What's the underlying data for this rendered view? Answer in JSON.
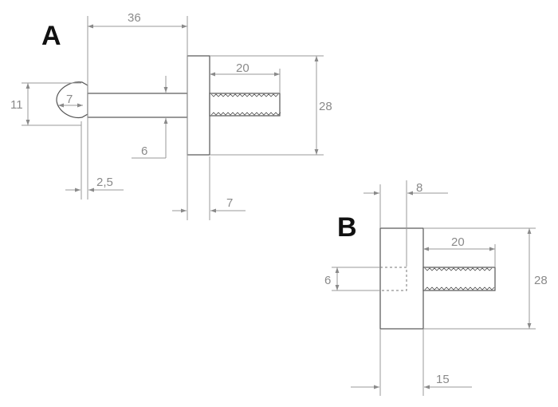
{
  "parts": {
    "a": {
      "label": "A",
      "dimensions": {
        "overall_length": "36",
        "head_diameter": "11",
        "head_width": "7",
        "shank_diameter": "6",
        "head_offset": "2,5",
        "flange_thickness": "7",
        "thread_length": "20",
        "flange_diameter": "28"
      }
    },
    "b": {
      "label": "B",
      "dimensions": {
        "bore_depth": "8",
        "thread_length": "20",
        "bore_diameter": "6",
        "body_diameter": "28",
        "body_thickness": "15"
      }
    }
  },
  "colors": {
    "outline": "#555555",
    "dimension": "#8a8a8a",
    "label": "#111111"
  }
}
